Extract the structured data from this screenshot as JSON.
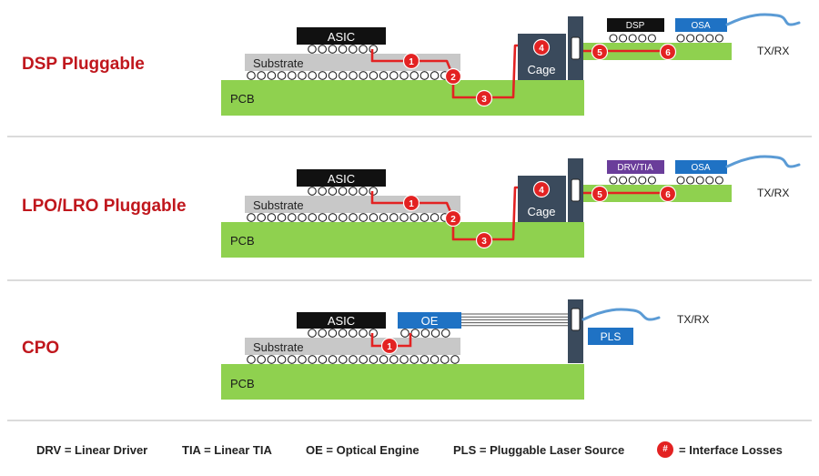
{
  "rows": [
    {
      "title": "DSP Pluggable",
      "labels": {
        "asic": "ASIC",
        "substrate": "Substrate",
        "pcb": "PCB",
        "cage": "Cage",
        "module_chip": "DSP",
        "osa": "OSA",
        "txrx": "TX/RX"
      },
      "badges": [
        "1",
        "2",
        "3",
        "4",
        "5",
        "6"
      ]
    },
    {
      "title": "LPO/LRO Pluggable",
      "labels": {
        "asic": "ASIC",
        "substrate": "Substrate",
        "pcb": "PCB",
        "cage": "Cage",
        "module_chip": "DRV/TIA",
        "osa": "OSA",
        "txrx": "TX/RX"
      },
      "badges": [
        "1",
        "2",
        "3",
        "4",
        "5",
        "6"
      ]
    },
    {
      "title": "CPO",
      "labels": {
        "asic": "ASIC",
        "substrate": "Substrate",
        "pcb": "PCB",
        "oe": "OE",
        "pls": "PLS",
        "txrx": "TX/RX"
      },
      "badges": [
        "1"
      ]
    }
  ],
  "legend": {
    "drv": "DRV = Linear Driver",
    "tia": "TIA = Linear TIA",
    "oe": "OE = Optical Engine",
    "pls": "PLS = Pluggable Laser Source",
    "badge_symbol": "#",
    "losses": "= Interface Losses"
  },
  "colors": {
    "title_red": "#c0171d",
    "pcb_green": "#8fd14f",
    "substrate_gray": "#c8c8c8",
    "asic_black": "#111111",
    "cage_slate": "#3a4a5c",
    "trace_red": "#e32222",
    "osa_blue": "#1f72c4",
    "drv_tia_purple": "#6a3d9a",
    "fiber_blue": "#5b9bd5"
  }
}
